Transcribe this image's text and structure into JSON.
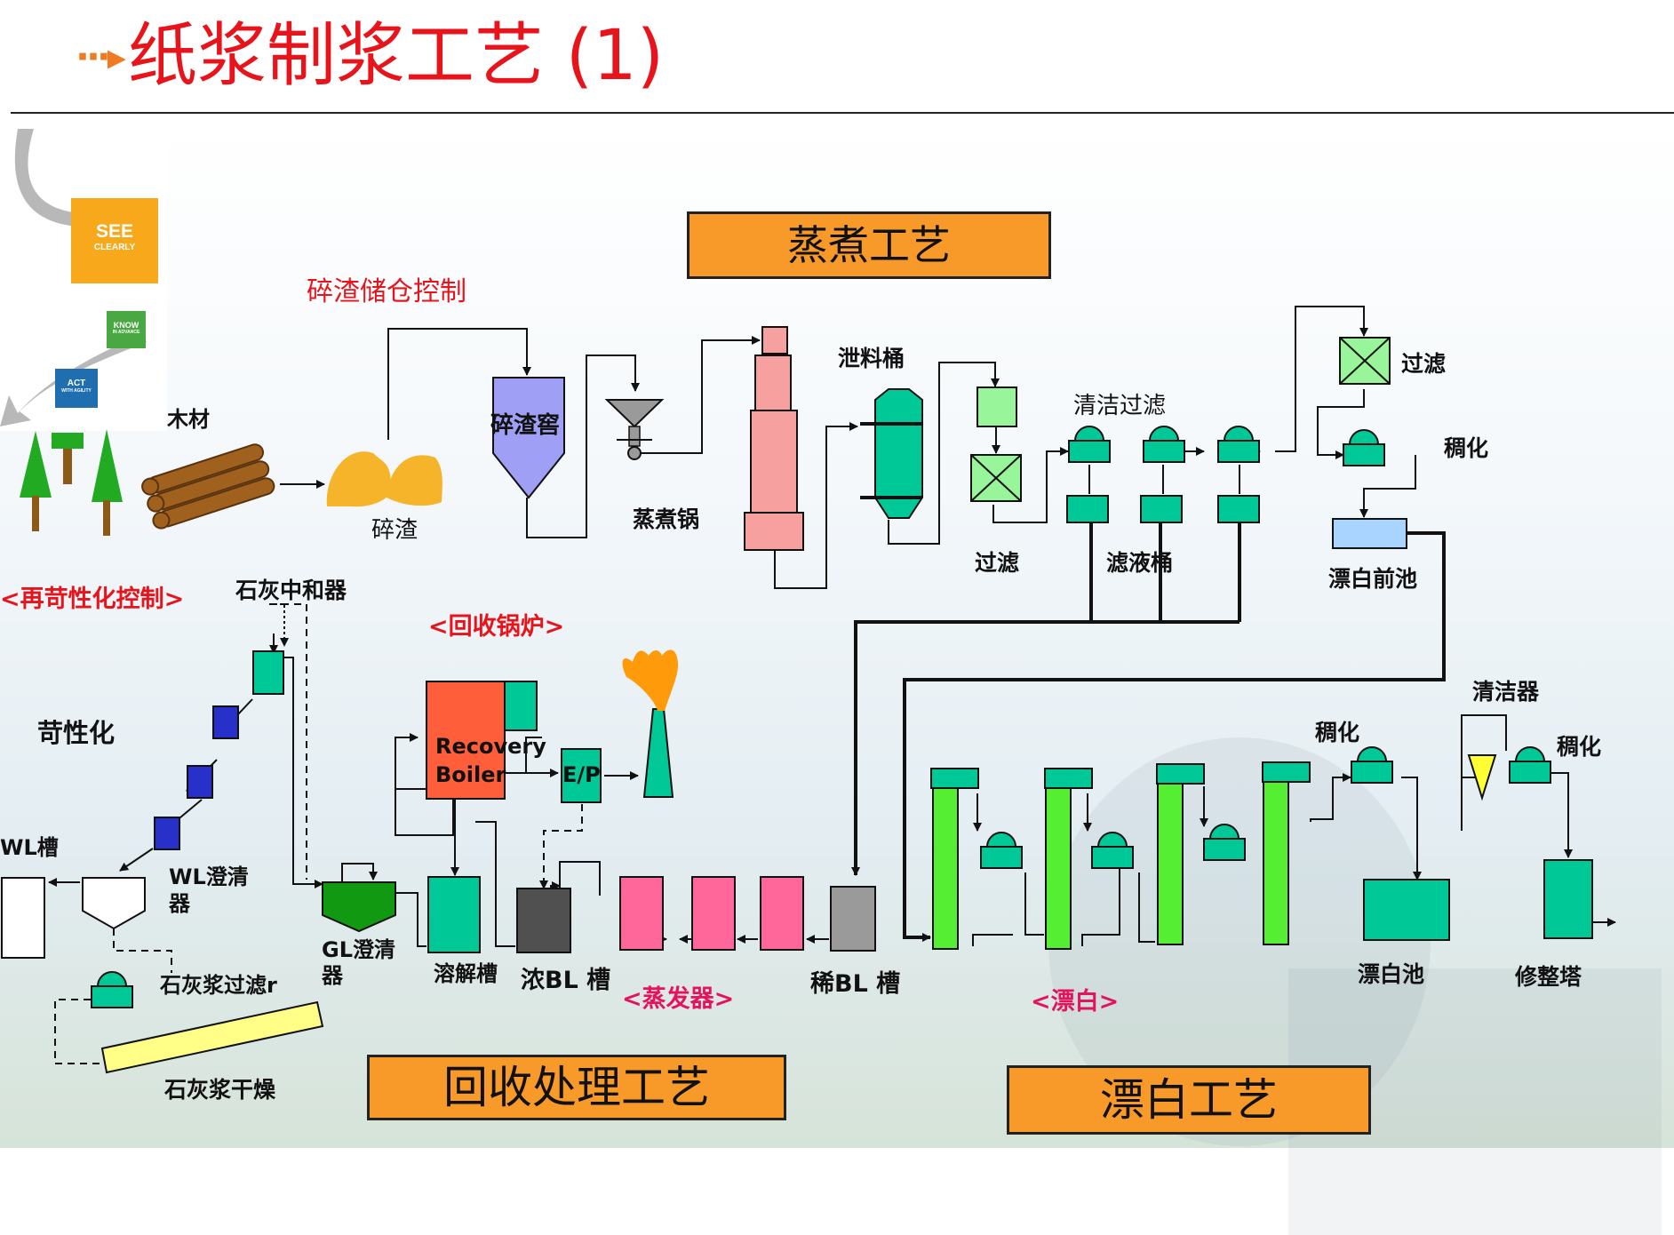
{
  "title": {
    "arrow": "···▸",
    "text": "纸浆制浆工艺 (1)"
  },
  "logo": {
    "see": "SEE",
    "clearly": "CLEARLY",
    "know": "KNOW",
    "know_sub": "IN ADVANCE",
    "act": "ACT",
    "act_sub": "WITH AGILITY"
  },
  "section_boxes": {
    "cooking": "蒸煮工艺",
    "recovery": "回收处理工艺",
    "bleaching": "漂白工艺"
  },
  "labels": {
    "chip_storage_control": "碎渣储仓控制",
    "wood": "木材",
    "chips": "碎渣",
    "chip_bin": "碎渣窖",
    "digester": "蒸煮锅",
    "blow_tank": "泄料桶",
    "filter1": "过滤",
    "clean_filter": "清洁过滤",
    "filtrate_tank": "滤液桶",
    "filter2": "过滤",
    "thicken1": "稠化",
    "pre_bleach_tank": "漂白前池",
    "recaust_control": "<再苛性化控制>",
    "lime_neutralizer": "石灰中和器",
    "causticizing": "苛性化",
    "recovery_boiler_title": "<回收锅炉>",
    "recovery_boiler_1": "Recovery",
    "recovery_boiler_2": "Boiler",
    "ep": "E/P",
    "wl_tank": "WL槽",
    "wl_clarifier_1": "WL澄清",
    "wl_clarifier_2": "器",
    "gl_clarifier_1": "GL澄清",
    "gl_clarifier_2": "器",
    "dissolving_tank": "溶解槽",
    "strong_bl": "浓BL 槽",
    "evaporator": "<蒸发器>",
    "weak_bl": "稀BL 槽",
    "lime_mud_filter": "石灰浆过滤r",
    "lime_mud_dryer": "石灰浆干燥",
    "bleach_title": "<漂白>",
    "thicken2": "稠化",
    "cleaner": "清洁器",
    "thicken3": "稠化",
    "bleached_tank": "漂白池",
    "trim_tower": "修整塔"
  },
  "colors": {
    "teal": "#00c896",
    "green": "#55ee33",
    "pink": "#ff6699",
    "salmon": "#f7a0a0",
    "lavender": "#9f9ff5",
    "chip": "#f5b42a",
    "navy": "#2730c8",
    "orange_box": "#f79a2a",
    "title_red": "#e8141b"
  }
}
